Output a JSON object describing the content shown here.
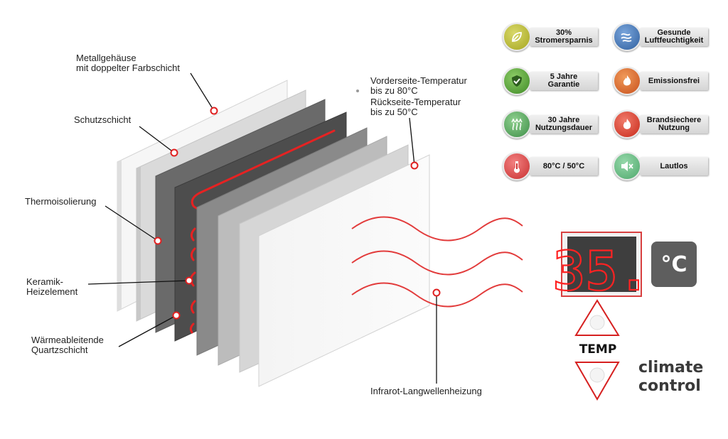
{
  "labels": {
    "metall_line1": "Metallgehäuse",
    "metall_line2": "mit doppelter Farbschicht",
    "schutz": "Schutzschicht",
    "thermo": "Thermoisolierung",
    "keramik_line1": "Keramik-",
    "keramik_line2": "Heizelement",
    "quarz_line1": "Wärmeableitende",
    "quarz_line2": "Quartzschicht",
    "vorder_line1": "Vorderseite-Temperatur",
    "vorder_line2": "bis zu 80°C",
    "rueck_line1": "Rückseite-Temperatur",
    "rueck_line2": "bis zu 50°C",
    "infrarot": "Infrarot-Langwellenheizung"
  },
  "features": [
    {
      "text": "30%\nStromersparnis",
      "icon": "leaf-icon",
      "color": "#b5b52a"
    },
    {
      "text": "Gesunde\nLuftfeuchtigkeit",
      "icon": "wind-icon",
      "color": "#3f73b5"
    },
    {
      "text": "5 Jahre\nGarantie",
      "icon": "shield-check-icon",
      "color": "#5aa03a"
    },
    {
      "text": "Emissionsfrei",
      "icon": "flame-icon",
      "color": "#e0602a"
    },
    {
      "text": "30 Jahre\nNutzungsdauer",
      "icon": "heat-waves-icon",
      "color": "#5aa85a"
    },
    {
      "text": "Brandsiechere\nNutzung",
      "icon": "fire-icon",
      "color": "#e03a2a"
    },
    {
      "text": "80°C / 50°C",
      "icon": "thermometer-icon",
      "color": "#e04a4a"
    },
    {
      "text": "Lautlos",
      "icon": "mute-speaker-icon",
      "color": "#5db37a"
    }
  ],
  "display": {
    "value": "35.",
    "unit": "°C",
    "temp_label": "TEMP",
    "climate_line1": "climate",
    "climate_line2": "control"
  },
  "colors": {
    "accent_red": "#e02020",
    "dark_panel": "#555555"
  }
}
